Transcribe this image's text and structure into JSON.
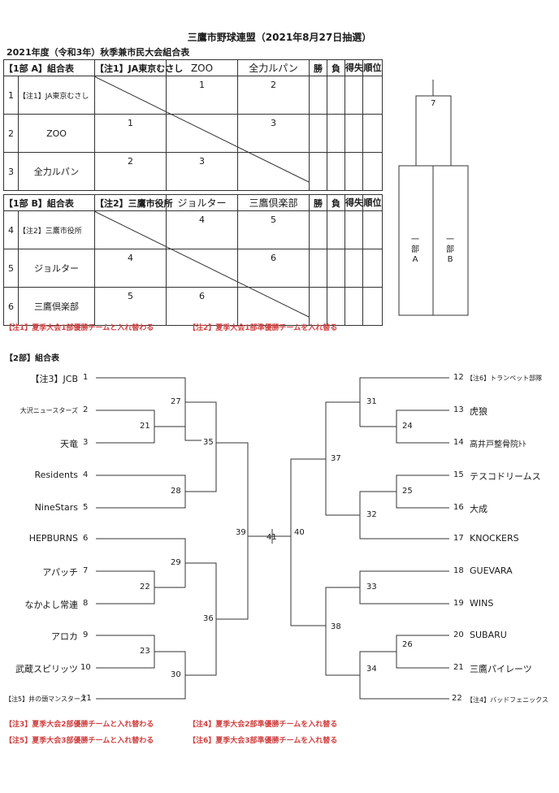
{
  "title": "三鷹市野球連盟（2021年8月27日抽選）",
  "subtitle": "2021年度（令和3年）秋季兼市民大会組合表",
  "group_a": {
    "header": "【1部 A】組合表",
    "cols": [
      "【注1】JA東京むさし",
      "ZOO",
      "全力ルパン"
    ],
    "stats": [
      "勝",
      "負",
      "得失",
      "順位"
    ],
    "rows": [
      {
        "num": "1",
        "name": "【注1】JA東京むさし",
        "scores": [
          "",
          "1",
          "2"
        ]
      },
      {
        "num": "2",
        "name": "ZOO",
        "scores": [
          "1",
          "",
          "3"
        ]
      },
      {
        "num": "3",
        "name": "全力ルパン",
        "scores": [
          "2",
          "3",
          ""
        ]
      }
    ]
  },
  "group_b": {
    "header": "【1部 B】組合表",
    "cols": [
      "【注2】三鷹市役所",
      "ジョルター",
      "三鷹倶楽部"
    ],
    "stats": [
      "勝",
      "負",
      "得失",
      "順位"
    ],
    "rows": [
      {
        "num": "4",
        "name": "【注2】三鷹市役所",
        "scores": [
          "",
          "4",
          "5"
        ]
      },
      {
        "num": "5",
        "name": "ジョルター",
        "scores": [
          "4",
          "",
          "6"
        ]
      },
      {
        "num": "6",
        "name": "三鷹倶楽部",
        "scores": [
          "5",
          "6",
          ""
        ]
      }
    ]
  },
  "final_bracket": {
    "match": "7",
    "left": "一部A",
    "right": "一部B"
  },
  "notes_top": [
    "【注1】夏季大会1部優勝チームと入れ替わる",
    "【注2】夏季大会1部準優勝チームを入れ替る"
  ],
  "section2": "【2部】組合表",
  "teams_left": [
    {
      "seed": "1",
      "name": "【注3】JCB"
    },
    {
      "seed": "2",
      "name": "大沢ニュースターズ"
    },
    {
      "seed": "3",
      "name": "天竜"
    },
    {
      "seed": "4",
      "name": "Residents"
    },
    {
      "seed": "5",
      "name": "NineStars"
    },
    {
      "seed": "6",
      "name": "HEPBURNS"
    },
    {
      "seed": "7",
      "name": "アパッチ"
    },
    {
      "seed": "8",
      "name": "なかよし常連"
    },
    {
      "seed": "9",
      "name": "アロカ"
    },
    {
      "seed": "10",
      "name": "武蔵スピリッツ"
    },
    {
      "seed": "11",
      "name": "【注5】井の頭マンスターズ"
    }
  ],
  "teams_right": [
    {
      "seed": "12",
      "name": "【注6】トランペット部隊"
    },
    {
      "seed": "13",
      "name": "虎狼"
    },
    {
      "seed": "14",
      "name": "高井戸整骨院ﾄﾄ"
    },
    {
      "seed": "15",
      "name": "テスコドリームス"
    },
    {
      "seed": "16",
      "name": "大成"
    },
    {
      "seed": "17",
      "name": "KNOCKERS"
    },
    {
      "seed": "18",
      "name": "GUEVARA"
    },
    {
      "seed": "19",
      "name": "WINS"
    },
    {
      "seed": "20",
      "name": "SUBARU"
    },
    {
      "seed": "21",
      "name": "三鷹パイレーツ"
    },
    {
      "seed": "22",
      "name": "【注4】バッドフェニックス"
    }
  ],
  "match_numbers": {
    "m21": "21",
    "m22": "22",
    "m23": "23",
    "m24": "24",
    "m25": "25",
    "m26": "26",
    "m27": "27",
    "m28": "28",
    "m29": "29",
    "m30": "30",
    "m31": "31",
    "m32": "32",
    "m33": "33",
    "m34": "34",
    "m35": "35",
    "m36": "36",
    "m37": "37",
    "m38": "38",
    "m39": "39",
    "m40": "40",
    "m41": "41"
  },
  "notes_bottom": [
    "【注3】夏季大会2部優勝チームと入れ替わる",
    "【注4】夏季大会2部準優勝チームを入れ替る",
    "【注5】夏季大会3部優勝チームと入れ替わる",
    "【注6】夏季大会3部準優勝チームを入れ替る"
  ],
  "colors": {
    "note": "#d04040",
    "line": "#333333"
  }
}
